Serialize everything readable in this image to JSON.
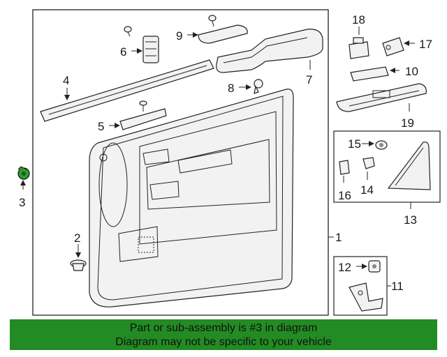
{
  "callouts": {
    "c1": "1",
    "c2": "2",
    "c3": "3",
    "c4": "4",
    "c5": "5",
    "c6": "6",
    "c7": "7",
    "c8": "8",
    "c9": "9",
    "c10": "10",
    "c11": "11",
    "c12": "12",
    "c13": "13",
    "c14": "14",
    "c15": "15",
    "c16": "16",
    "c17": "17",
    "c18": "18",
    "c19": "19"
  },
  "banner": {
    "line1": "Part or sub-assembly is #3 in diagram",
    "line2": "Diagram may not be specific to your vehicle"
  },
  "colors": {
    "banner_bg": "#238b23",
    "highlight_part": "#2e9e2e",
    "line": "#222222"
  }
}
